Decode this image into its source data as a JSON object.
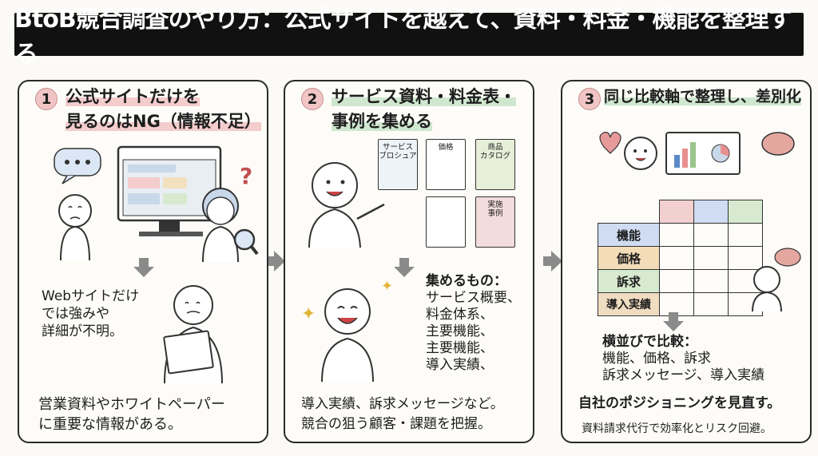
{
  "title": "BtoB競合調査のやり方：公式サイトを越えて、資料・料金・機能を整理する",
  "steps": [
    {
      "number": "1",
      "heading_line1": "公式サイトだけを",
      "heading_line2": "見るのはNG（情報不足）",
      "observation_lines": [
        "Webサイトだけ",
        "では強みや",
        "詳細が不明。"
      ],
      "footer_lines": [
        "営業資料やホワイトペーパー",
        "に重要な情報がある。"
      ]
    },
    {
      "number": "2",
      "heading_line1": "サービス資料・料金表・",
      "heading_line2": "事例を集める",
      "documents": [
        {
          "label_line1": "サービス",
          "label_line2": "ブロシュア"
        },
        {
          "label_line1": "価格",
          "label_line2": ""
        },
        {
          "label_line1": "商品",
          "label_line2": "カタログ"
        },
        {
          "label_line1": "実施",
          "label_line2": "事例"
        }
      ],
      "collect_title": "集めるもの：",
      "collect_items": [
        "サービス概要、",
        "料金体系、",
        "主要機能、",
        "主要機能、",
        "導入実績、"
      ],
      "footer_lines": [
        "導入実績、訴求メッセージなど。",
        "競合の狙う顧客・課題を把握。"
      ]
    },
    {
      "number": "3",
      "heading_line1": "同じ比較軸で整理し、差別化",
      "matrix_rows": [
        {
          "label": "機能",
          "color": "#cfdcf2"
        },
        {
          "label": "価格",
          "color": "#f3dcb8"
        },
        {
          "label": "訴求",
          "color": "#d7ead0"
        },
        {
          "label": "導入実績",
          "color": "#f0dcc0"
        }
      ],
      "compare_title": "横並びで比較：",
      "compare_lines": [
        "機能、価格、訴求",
        "訴求メッセージ、導入実績"
      ],
      "footer_main": "自社のポジショニングを見直す。",
      "footer_sub": "資料請求代行で効率化とリスク回避。"
    }
  ],
  "colors": {
    "title_bg": "#111111",
    "number_badge": "#f1c5c5",
    "highlight_pink": "#f3cccc",
    "highlight_green": "#cfe7cf"
  }
}
